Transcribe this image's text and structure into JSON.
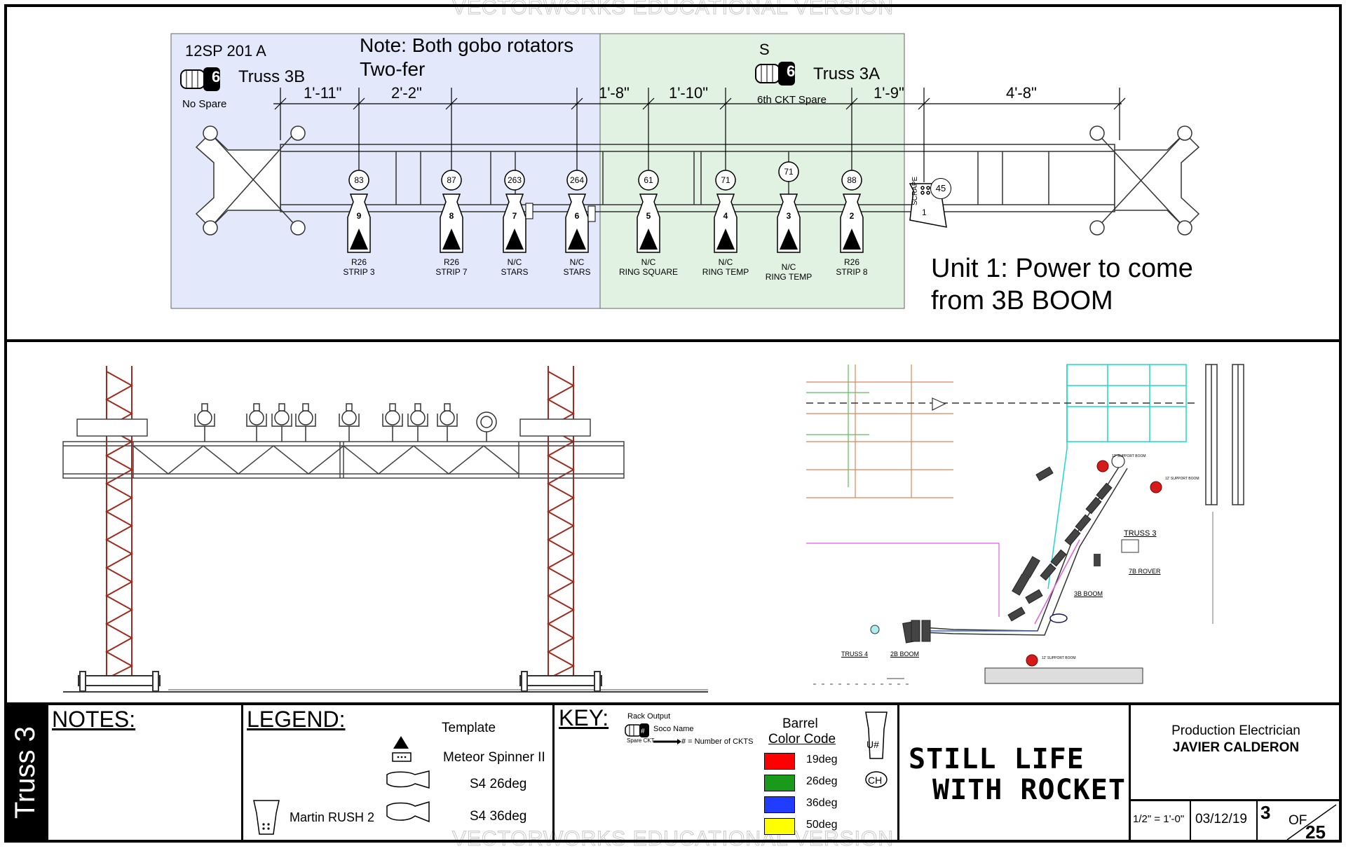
{
  "watermark": "VECTORWORKS EDUCATIONAL VERSION",
  "plan": {
    "left_rack": "12SP 201 A",
    "left_soco_num": "6",
    "left_soco_name": "Truss 3B",
    "left_spare": "No Spare",
    "note": "Note: Both gobo rotators\nTwo-fer",
    "right_rack": "S",
    "right_soco_num": "6",
    "right_soco_name": "Truss 3A",
    "right_spare": "6th CKT Spare",
    "dimensions": [
      "1'-11\"",
      "2'-2\"",
      "1'-8\"",
      "1'-10\"",
      "1'-9\"",
      "4'-8\""
    ],
    "fixtures": [
      {
        "unit": "9",
        "circuit": "83",
        "color": "R26",
        "name": "STRIP 3"
      },
      {
        "unit": "8",
        "circuit": "87",
        "color": "R26",
        "name": "STRIP 7"
      },
      {
        "unit": "7",
        "circuit": "263",
        "color": "N/C",
        "name": "STARS"
      },
      {
        "unit": "6",
        "circuit": "264",
        "color": "N/C",
        "name": "STARS"
      },
      {
        "unit": "5",
        "circuit": "61",
        "color": "N/C",
        "name": "RING SQUARE"
      },
      {
        "unit": "4",
        "circuit": "71",
        "color": "N/C",
        "name": "RING TEMP"
      },
      {
        "unit": "3",
        "circuit": "71",
        "color": "N/C",
        "name": "RING TEMP"
      },
      {
        "unit": "2",
        "circuit": "88",
        "color": "R26",
        "name": "STRIP 8"
      }
    ],
    "rush": {
      "unit": "1",
      "circuit": "45",
      "label": "SCRAPE"
    },
    "unit_note": "Unit 1: Power to come\nfrom 3B BOOM"
  },
  "ground": {
    "labels": [
      "TRUSS 3",
      "7B ROVER",
      "3B BOOM",
      "TRUSS 4",
      "2B BOOM",
      "12' SUPPORT BOOM",
      "12' SUPPORT BOOM",
      "12' SUPPORT BOOM"
    ]
  },
  "titleblock": {
    "side_title": "Truss 3",
    "notes_header": "NOTES:",
    "legend_header": "LEGEND:",
    "legend_items": [
      "Template",
      "Meteor Spinner II",
      "S4 26deg",
      "S4 36deg",
      "Martin RUSH 2"
    ],
    "key_header": "KEY:",
    "key_rack": "Rack Output",
    "key_soco": "Soco Name",
    "key_spare": "Spare CKT",
    "key_num": "# = Number of CKTS",
    "barrel_title": "Barrel",
    "barrel_sub": "Color Code",
    "barrel_items": [
      {
        "color": "#ff0000",
        "label": "19deg"
      },
      {
        "color": "#1a9a1a",
        "label": "26deg"
      },
      {
        "color": "#1f3cff",
        "label": "36deg"
      },
      {
        "color": "#ffff00",
        "label": "50deg"
      }
    ],
    "key_u": "U#",
    "key_ch": "CH",
    "show_title_1": "STILL LIFE",
    "show_title_2": "WITH ROCKET",
    "role": "Production Electrician",
    "person": "JAVIER CALDERON",
    "scale": "1/2\" = 1'-0\"",
    "date": "03/12/19",
    "sheet": "3",
    "of": "OF",
    "total": "25"
  }
}
